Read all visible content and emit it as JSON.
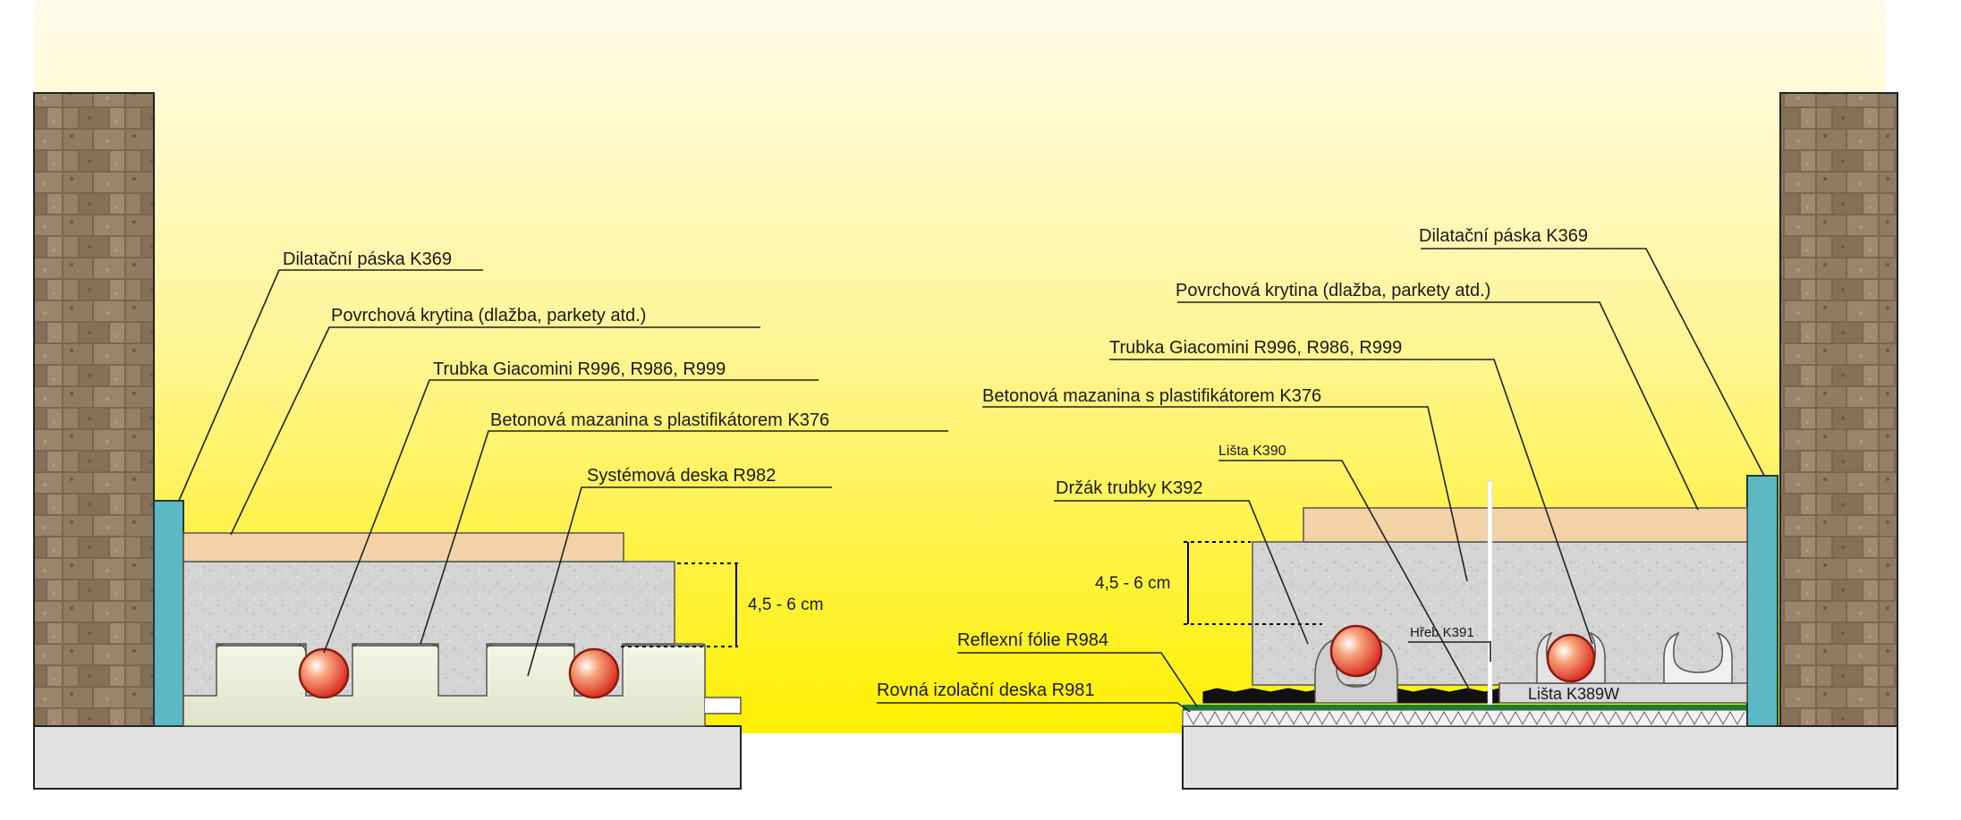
{
  "left_section": {
    "labels": {
      "dilatacni": "Dilatační páska K369",
      "povrchova": "Povrchová krytina (dlažba, parkety atd.)",
      "trubka": "Trubka Giacomini R996, R986, R999",
      "betonova": "Betonová mazanina s plastifikátorem K376",
      "systemova": "Systémová deska R982"
    },
    "dimension": "4,5 - 6 cm"
  },
  "right_section": {
    "labels": {
      "dilatacni": "Dilatační páska K369",
      "povrchova": "Povrchová krytina (dlažba, parkety atd.)",
      "trubka": "Trubka Giacomini R996, R986, R999",
      "betonova": "Betonová mazanina s plastifikátorem K376",
      "lista_k390": "Lišta K390",
      "drzak": "Držák trubky K392",
      "reflexni": "Reflexní fólie R984",
      "rovna": "Rovná izolační deska R981",
      "hreb": "Hřeb K391",
      "lista_k389w": "Lišta K389W"
    },
    "dimension": "4,5 - 6 cm"
  },
  "colors": {
    "sky_top": "#fffbe6",
    "sky_bottom": "#fff200",
    "brick": "#8a7560",
    "dilatation_strip": "#5cb8c4",
    "floor_covering": "#f3d2a8",
    "screed": "#d6d6d6",
    "system_board": "#ecefdc",
    "ground": "#e3e3e3",
    "pipe": "#e23b2e",
    "foil": "#1f7a3a"
  }
}
